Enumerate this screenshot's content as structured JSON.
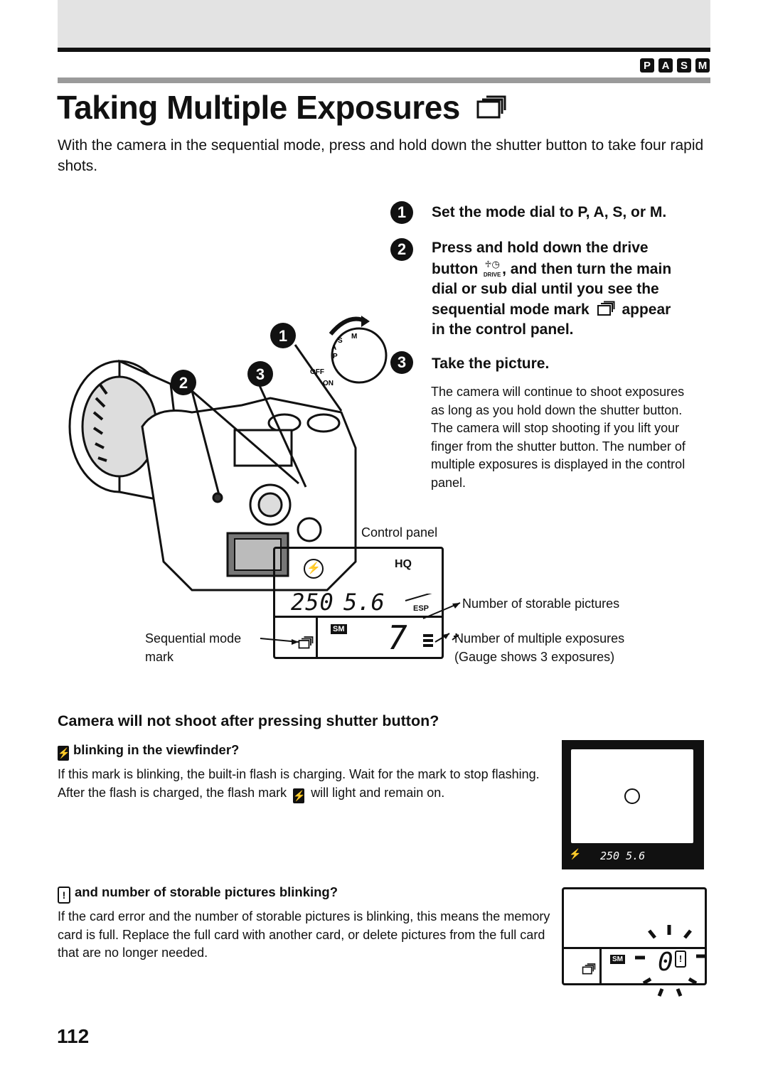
{
  "header": {
    "mode_badges": [
      "P",
      "A",
      "S",
      "M"
    ]
  },
  "title": "Taking Multiple Exposures",
  "intro": "With the camera in the sequential mode, press and hold down the shutter button to take four rapid shots.",
  "steps": [
    {
      "num": "1",
      "text": "Set the mode dial to P, A, S, or M."
    },
    {
      "num": "2",
      "text_a": "Press and hold down the drive",
      "text_b": "button",
      "text_c": ", and then turn the main",
      "text_d": "dial or sub dial until you see the",
      "text_e": "sequential mode mark",
      "text_f": "appear",
      "text_g": "in the control panel."
    },
    {
      "num": "3",
      "text": "Take the picture."
    }
  ],
  "drive_label": "DRIVE",
  "step3_body": "The camera will continue to shoot exposures as long as you hold down the shutter button. The camera will stop shooting if you lift your finger from the shutter button. The number of multiple exposures is displayed in the control panel.",
  "figure": {
    "callouts": [
      "1",
      "2",
      "3"
    ],
    "dial_labels": {
      "off": "OFF",
      "on": "ON",
      "modes": [
        "S",
        "A",
        "P",
        "M"
      ]
    },
    "control_panel_label": "Control panel",
    "lcd": {
      "hq": "HQ",
      "shutter": "250",
      "aperture": "5.6",
      "esp": "ESP",
      "sm": "SM",
      "count": "7"
    },
    "labels": {
      "storable": "Number of storable pictures",
      "multiple": "Number of multiple exposures",
      "gauge": "(Gauge shows 3 exposures)",
      "seq_mark_1": "Sequential mode",
      "seq_mark_2": "mark"
    }
  },
  "troubleshoot": {
    "heading": "Camera will not shoot after pressing shutter button?",
    "item1": {
      "head": "blinking in the viewfinder?",
      "body_a": "If this mark is blinking, the built-in flash is charging. Wait for the mark to stop flashing. After the flash is charged, the flash mark",
      "body_b": "will light and remain on.",
      "vf_readout": "250  5.6"
    },
    "item2": {
      "head": "and number of storable pictures blinking?",
      "body": "If the card error and the number of storable pictures is blinking, this means the memory card is full. Replace the full card with another card, or delete pictures from the full card that are no longer needed.",
      "panel_sm": "SM",
      "panel_count": "0"
    }
  },
  "page_number": "112"
}
